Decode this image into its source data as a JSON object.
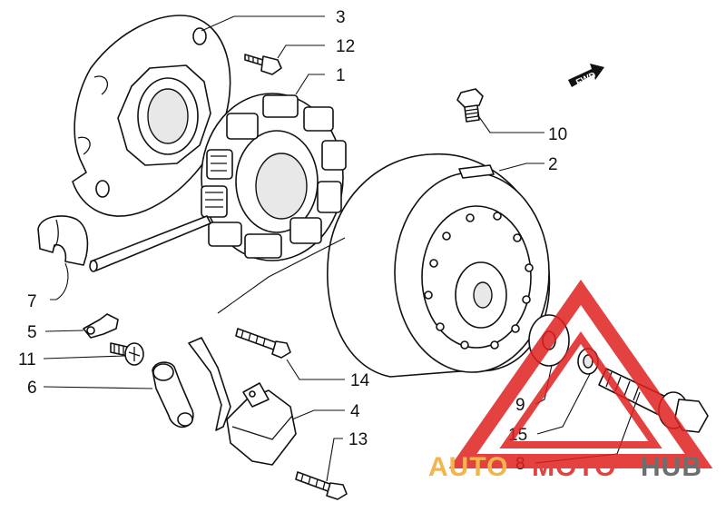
{
  "diagram": {
    "callouts": [
      {
        "id": "c3",
        "label": "3"
      },
      {
        "id": "c12",
        "label": "12"
      },
      {
        "id": "c1",
        "label": "1"
      },
      {
        "id": "c10",
        "label": "10"
      },
      {
        "id": "c2",
        "label": "2"
      },
      {
        "id": "c7",
        "label": "7"
      },
      {
        "id": "c5",
        "label": "5"
      },
      {
        "id": "c11",
        "label": "11"
      },
      {
        "id": "c6",
        "label": "6"
      },
      {
        "id": "c14",
        "label": "14"
      },
      {
        "id": "c4",
        "label": "4"
      },
      {
        "id": "c13",
        "label": "13"
      },
      {
        "id": "c9",
        "label": "9"
      },
      {
        "id": "c15",
        "label": "15"
      },
      {
        "id": "c8",
        "label": "8"
      }
    ],
    "direction_marker": "FWD"
  },
  "watermark": {
    "text_auto": "AUTO",
    "text_moto": "MOTO",
    "text_hub": "HUB",
    "colors": {
      "triangle": "#e02020",
      "auto": "#f0a830",
      "moto": "#e02020",
      "hub": "#555555"
    }
  }
}
